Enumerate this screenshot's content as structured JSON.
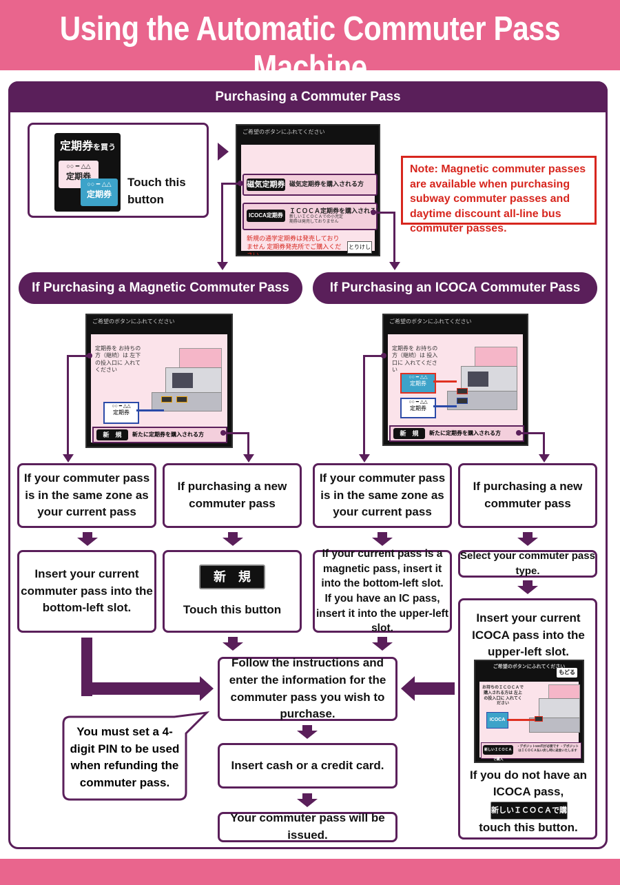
{
  "title": "Using the Automatic Commuter Pass Machine",
  "section_header": "Purchasing a Commuter Pass",
  "start": {
    "button_jp_main": "定期券",
    "button_jp_sub": "を買う",
    "card1_text": "○○ ━ △△",
    "card1_label": "定期券",
    "card2_text": "○○ ━ △△",
    "card2_label": "定期券",
    "instruction": "Touch this button"
  },
  "select_screen": {
    "header_jp": "ご希望のボタンにふれてください",
    "mag_button": "磁気定期券",
    "mag_text": "磁気定期券を購入される方",
    "icoca_button": "ICOCA定期券",
    "icoca_text": "ＩＣＯＣＡ定期券を購入される方",
    "icoca_subtext": "新しいＩＣＯＣＡでの小児定期券は発売しておりません",
    "red_note": "新規の通学定期券は発売しておりません 定期券発売所でご購入ください",
    "cancel": "とりけし"
  },
  "note": "Note: Magnetic commuter passes are available when purchasing subway commuter passes and daytime discount all-line bus commuter passes.",
  "left_branch": {
    "header": "If Purchasing a Magnetic Commuter Pass",
    "screen_header_jp": "ご希望のボタンにふれてください",
    "screen_instr_jp": "定期券を お持ちの方（継続）は 左下の投入口に 入れてください",
    "screen_card_text": "○○ ━ △△",
    "screen_card_label": "定期券",
    "screen_new_button": "新　規",
    "screen_new_text": "新たに定期券を購入される方",
    "same_zone": "If your commuter pass is in the same zone as your current pass",
    "new_pass": "If purchasing a new commuter pass",
    "insert_current": "Insert your current commuter pass into the bottom-left slot.",
    "new_button_label": "新　規",
    "touch_button": "Touch this button"
  },
  "right_branch": {
    "header": "If Purchasing an ICOCA Commuter Pass",
    "screen_header_jp": "ご希望のボタンにふれてください",
    "screen_instr_jp": "定期券を お持ちの方（継続）は 投入口に 入れてください",
    "screen_card1_text": "○○ ━ △△",
    "screen_card1_label": "定期券",
    "screen_card2_text": "○○ ━ △△",
    "screen_card2_label": "定期券",
    "screen_new_button": "新　規",
    "screen_new_text": "新たに定期券を購入される方",
    "same_zone": "If your commuter pass is in the same zone as your current pass",
    "new_pass": "If purchasing a new commuter pass",
    "mag_or_ic_line1": "If your current pass is a magnetic pass, insert it into the bottom-left slot.",
    "mag_or_ic_line2": "If you have an IC pass, insert it into the upper-left slot.",
    "select_type": "Select your commuter pass type.",
    "insert_icoca": "Insert your current ICOCA pass into the upper-left slot.",
    "screen2_header_jp": "ご希望のボタンにふれてください",
    "screen2_back": "もどる",
    "screen2_instr_jp": "お持ちのＩＣＯＣＡで 購入される方は 左上の投入口に 入れてください",
    "screen2_card": "ICOCA",
    "screen2_button": "新しいＩＣＯＣＡで購入",
    "screen2_small": "・デポジット500円が必要です ・デポジットはＩＣＯＣＡ払い戻し時に返金いたします",
    "no_icoca_line1": "If you do not have an ICOCA pass,",
    "no_icoca_button": "新しいＩＣＯＣＡで購入",
    "no_icoca_line2": "touch this button."
  },
  "follow_instructions": "Follow the instructions and enter the information for the commuter pass you wish to purchase.",
  "pin_note": "You must set a 4-digit PIN to be used when refunding the commuter pass.",
  "insert_cash": "Insert cash or a credit card.",
  "issued": "Your commuter pass will be issued.",
  "colors": {
    "pink": "#e9658d",
    "purple": "#5a1f5a",
    "note_red": "#d7261e",
    "screen_pink": "#fbe3ea",
    "card_blue": "#3da3c9"
  }
}
